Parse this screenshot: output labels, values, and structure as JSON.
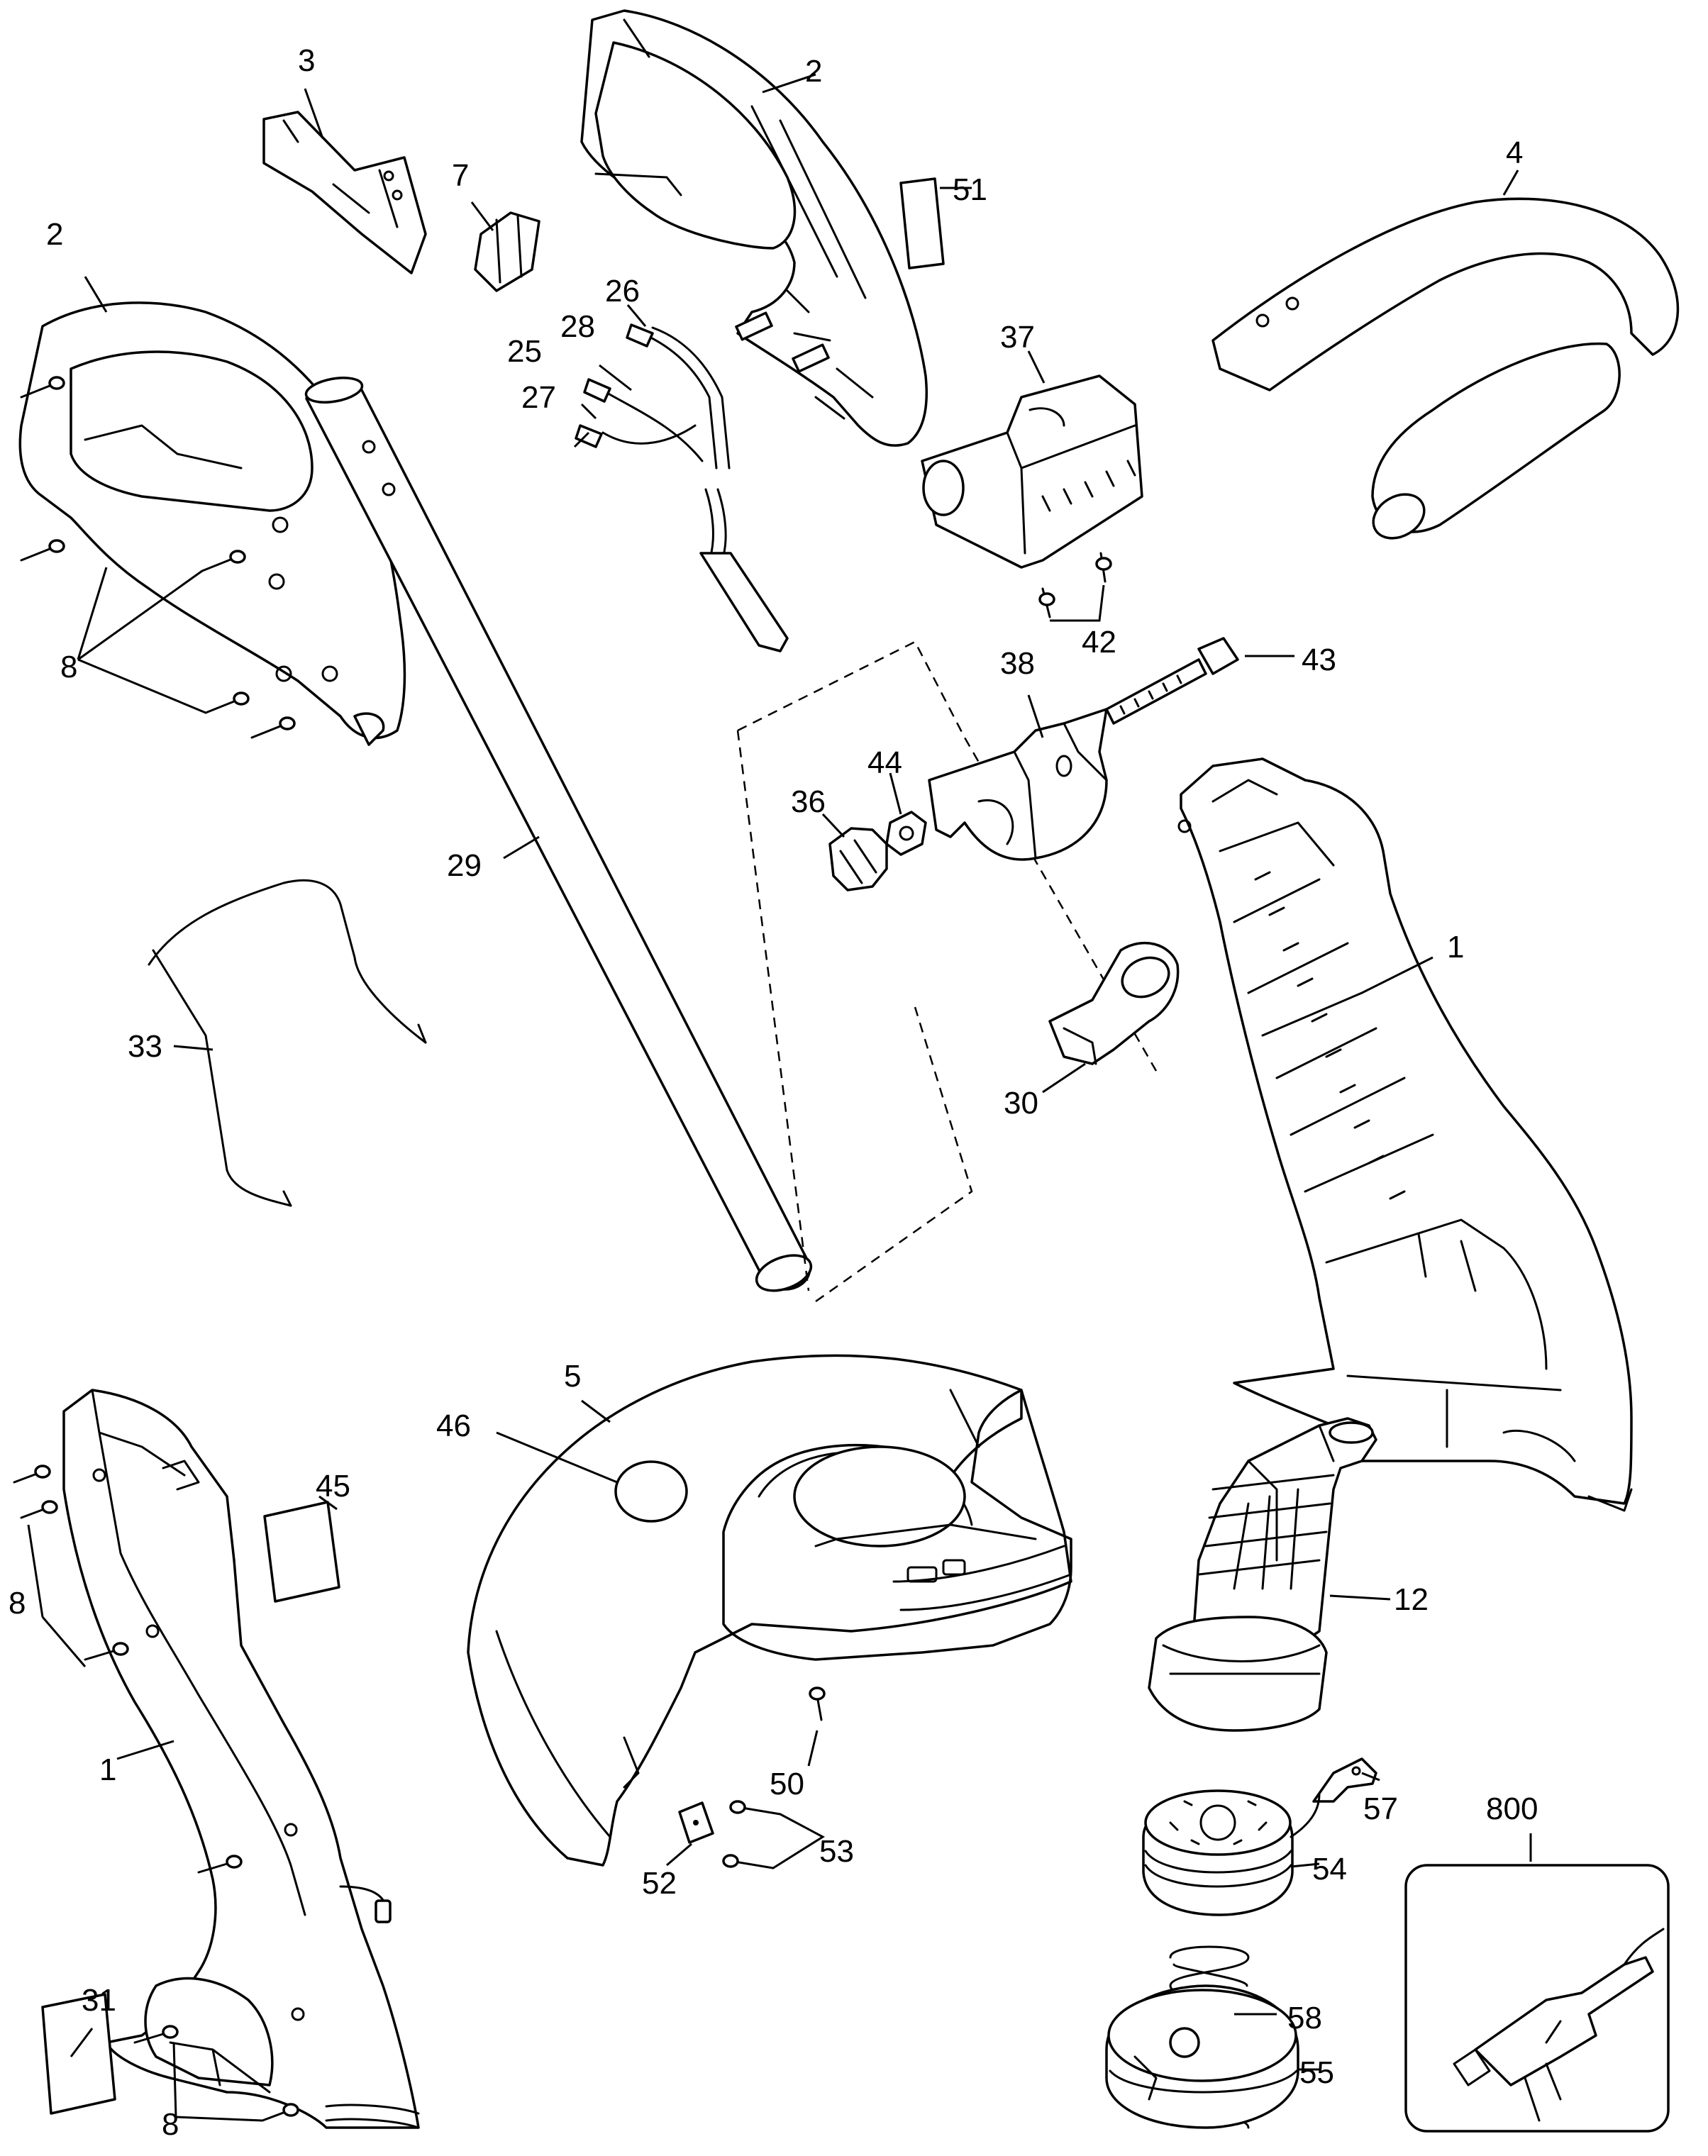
{
  "diagram": {
    "labels": {
      "p1_right": "1",
      "p1_left": "1",
      "p2_top": "2",
      "p2_left": "2",
      "p3": "3",
      "p4": "4",
      "p5": "5",
      "p7": "7",
      "p8_a": "8",
      "p8_b": "8",
      "p8_c": "8",
      "p12": "12",
      "p25": "25",
      "p26": "26",
      "p27": "27",
      "p28": "28",
      "p29": "29",
      "p30": "30",
      "p31": "31",
      "p33": "33",
      "p36": "36",
      "p37": "37",
      "p38": "38",
      "p42": "42",
      "p43": "43",
      "p44": "44",
      "p45": "45",
      "p46": "46",
      "p50": "50",
      "p51": "51",
      "p52": "52",
      "p53": "53",
      "p54": "54",
      "p55": "55",
      "p57": "57",
      "p58": "58",
      "p800": "800"
    }
  }
}
